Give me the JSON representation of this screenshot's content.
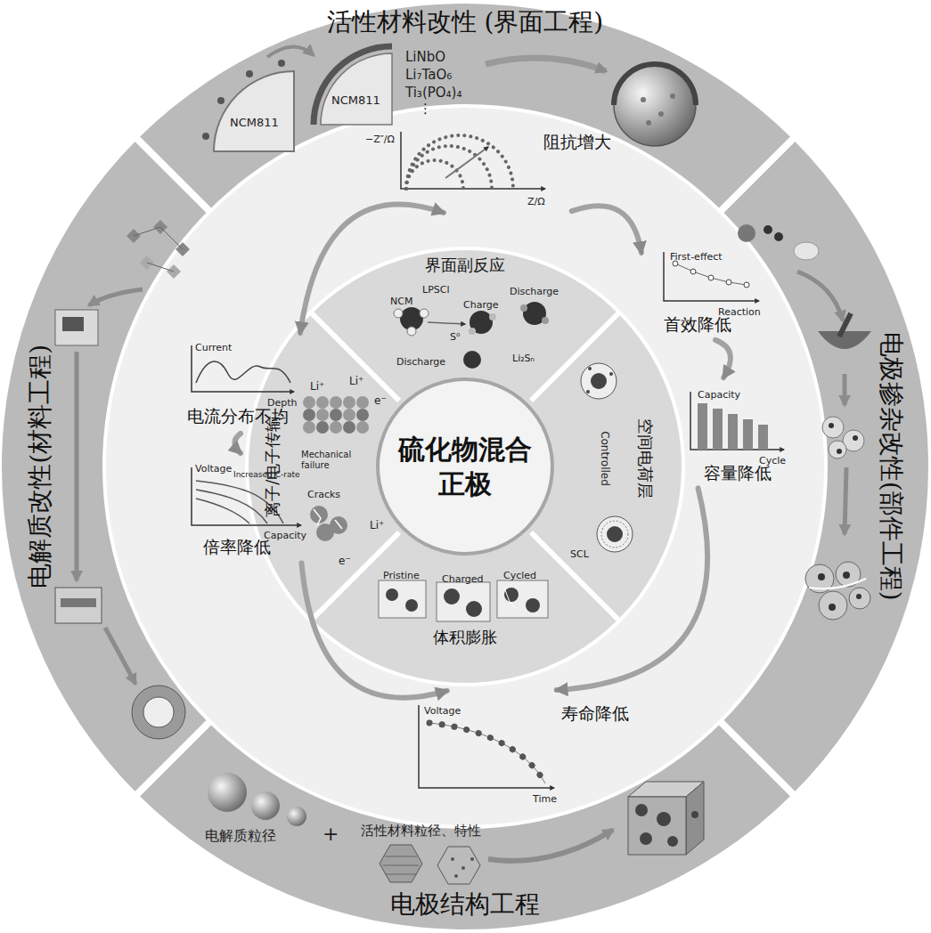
{
  "diagram": {
    "nodes": [
      {
        "text": [
          "活性材料改性 (界面工程)"
        ]
      },
      {
        "text": [
          "电极掺杂改性(部件工程)"
        ]
      },
      {
        "text": [
          "电极结构工程"
        ]
      },
      {
        "text": [
          "电解质改性(材料工程)"
        ]
      },
      {
        "text": [
          "阻抗增大"
        ]
      },
      {
        "text": [
          "首效降低"
        ]
      },
      {
        "text": [
          "容量降低"
        ]
      },
      {
        "text": [
          "寿命降低"
        ]
      },
      {
        "text": [
          "倍率降低"
        ]
      },
      {
        "text": [
          "电流分布不均"
        ]
      },
      {
        "text": [
          "界面副反应"
        ]
      },
      {
        "text": [
          "空间电荷层"
        ]
      },
      {
        "text": [
          "体积膨胀"
        ]
      },
      {
        "text": [
          "离子/电子传输"
        ]
      },
      {
        "text": [
          "硫化物混合正极"
        ]
      }
    ],
    "edges": [
      {
        "from": 4,
        "to": 5,
        "arrow": "to"
      },
      {
        "from": 5,
        "to": 6,
        "arrow": "to"
      },
      {
        "from": 6,
        "to": 7,
        "arrow": "to"
      },
      {
        "from": 8,
        "to": 7,
        "arrow": "to"
      },
      {
        "from": 9,
        "to": 8,
        "arrow": "to"
      },
      {
        "from": 4,
        "to": 9,
        "arrow": "both"
      }
    ],
    "labels": [
      "NCM811",
      "NCM811",
      "LiNbO",
      "Li₇TaO₆",
      "Ti₃(PO₄)₄",
      "⋮",
      "电解质粒径",
      "+",
      "活性材料粒径、特性",
      "−Z″/Ω",
      "Z/Ω",
      "First-effect",
      "Reaction",
      "Capacity",
      "Cycle",
      "Voltage",
      "Time",
      "Voltage",
      "Increased C-rate",
      "Capacity",
      "Current",
      "Depth",
      "NCM",
      "LPSCl",
      "Charge",
      "S⁰",
      "Discharge",
      "Discharge",
      "Li₂Sₙ",
      "Controlled",
      "SCL",
      "Pristine",
      "Charged",
      "Cycled",
      "Li⁺",
      "Li⁺",
      "e⁻",
      "Cracks",
      "Mechanical failure",
      "Li⁺",
      "e⁻"
    ]
  }
}
